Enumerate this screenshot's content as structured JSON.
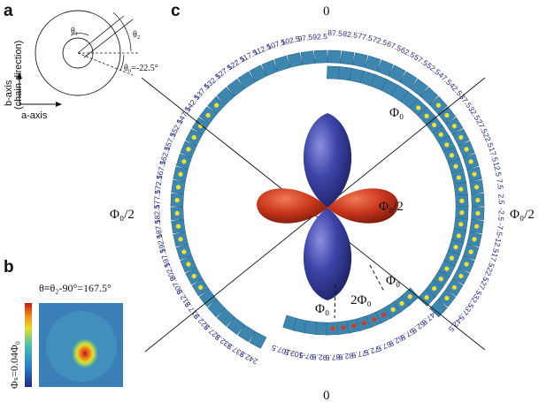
{
  "panel_a": {
    "letter": "a",
    "theta1": "θ₁",
    "theta2": "θ₂",
    "theta0": "θ₀=-22.5°",
    "y_axis_label_1": "b-axis",
    "y_axis_label_2": "(chain direction)",
    "x_axis_label": "a-axis"
  },
  "panel_b": {
    "letter": "b",
    "title": "θ≡θ₂-90°=167.5°",
    "colorbar_label": "Φₛ=0.04Φ₀"
  },
  "panel_c": {
    "letter": "c",
    "zero_top": "0",
    "zero_bottom": "0",
    "phi0_half_left": "Φ₀/2",
    "phi0_half_right": "Φ₀/2",
    "phi0_half_center": "Φ₀/2",
    "phi0_upper": "Φ₀",
    "phi0_lower_left": "Φ₀",
    "phi0_lower_right": "Φ₀",
    "two_phi0": "2Φ₀",
    "outer_ring_labels": [
      "92.5",
      "97.5",
      "102.5",
      "107.5",
      "112.5",
      "117.5",
      "122.5",
      "127.5",
      "132.5",
      "137.5",
      "142.5",
      "147.5",
      "152.5",
      "157.5",
      "162.5",
      "167.5",
      "172.5",
      "177.5",
      "182.5",
      "187.5",
      "192.5",
      "197.5",
      "202.5",
      "207.5",
      "212.5",
      "217.5",
      "222.5",
      "227.5",
      "232.5",
      "237.5",
      "242.5"
    ],
    "right_top_labels": [
      "87.5",
      "82.5",
      "77.5",
      "72.5",
      "67.5",
      "62.5",
      "57.5",
      "52.5",
      "47.5",
      "42.5",
      "37.5",
      "32.5",
      "27.5",
      "22.5",
      "17.5",
      "12.5",
      "7.5",
      "2.5",
      "-2.5",
      "-7.5",
      "-12.5",
      "-17.5",
      "-22.5",
      "-27.5",
      "-32.5",
      "-37.5",
      "-42.5"
    ],
    "bottom_labels": [
      "-107.5",
      "-102.5",
      "-97.5",
      "-92.5",
      "-87.5",
      "-82.5",
      "-77.5",
      "-72.5",
      "-67.5",
      "-62.5",
      "-57.5",
      "-52.5",
      "-47.5"
    ]
  },
  "colors": {
    "tile_bg": "#3d86b0",
    "tile_edge": "#2a5f82",
    "vortex_core": "#f2e12a",
    "vortex_hot": "#d8381e",
    "lobe_blue": "#343a9c",
    "lobe_red": "#c9361c"
  }
}
